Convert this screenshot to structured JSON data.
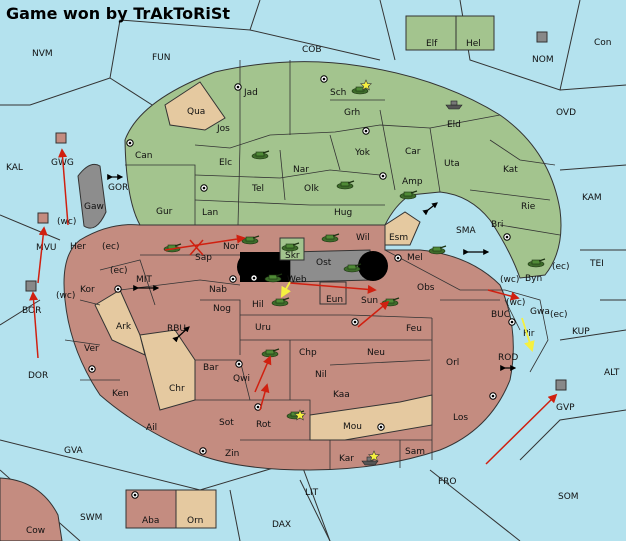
{
  "title": "Game won by TrAkToRiSt",
  "colors": {
    "sea": "#b4e2ee",
    "green_power": "#a3c48e",
    "red_power": "#c48c80",
    "neutral": "#e5c9a0",
    "impassable": "#8d8d8d",
    "arrow_red": "#d02010",
    "arrow_yellow": "#f5f040"
  },
  "sea_labels": {
    "NVM": "NVM",
    "FUN": "FUN",
    "COB": "COB",
    "NOM": "NOM",
    "Con": "Con",
    "OVD": "OVD",
    "KAL": "KAL",
    "GWG": "GWG",
    "GOR": "GOR",
    "KAM": "KAM",
    "SMA": "SMA",
    "TEI": "TEI",
    "MVU": "MVU",
    "BOR": "BOR",
    "MIT": "MIT",
    "RBU": "RBU",
    "BUC": "BUC",
    "KUP": "KUP",
    "DOR": "DOR",
    "ROD": "ROD",
    "ALT": "ALT",
    "GVP": "GVP",
    "GVA": "GVA",
    "FRO": "FRO",
    "LIT": "LIT",
    "SOM": "SOM",
    "SWM": "SWM",
    "DAX": "DAX",
    "Cow": "Cow"
  },
  "land_labels": {
    "Elf": "Elf",
    "Hel": "Hel",
    "Jad": "Jad",
    "Sch": "Sch",
    "Qua": "Qua",
    "Grh": "Grh",
    "Eld": "Eld",
    "Jos": "Jos",
    "Can": "Can",
    "Yok": "Yok",
    "Car": "Car",
    "Uta": "Uta",
    "Elc": "Elc",
    "Nar": "Nar",
    "Kat": "Kat",
    "Tel": "Tel",
    "Olk": "Olk",
    "Amp": "Amp",
    "Gaw": "Gaw",
    "Gur": "Gur",
    "Lan": "Lan",
    "Hug": "Hug",
    "Rie": "Rie",
    "Bri": "Bri",
    "Esm": "Esm",
    "Skr": "Skr",
    "Wil": "Wil",
    "Her": "Her",
    "Nor": "Nor",
    "Sap": "Sap",
    "Ost": "Ost",
    "Mel": "Mel",
    "Byn": "Byn",
    "Web": "Web",
    "Kor": "Kor",
    "Nab": "Nab",
    "Obs": "Obs",
    "Eun": "Eun",
    "Hil": "Hil",
    "Sun": "Sun",
    "Gwa": "Gwa",
    "Ark": "Ark",
    "Nog": "Nog",
    "Uru": "Uru",
    "Feu": "Feu",
    "Pir": "Pir",
    "Ver": "Ver",
    "Chp": "Chp",
    "Neu": "Neu",
    "Bar": "Bar",
    "Orl": "Orl",
    "Qwi": "Qwi",
    "Nil": "Nil",
    "Chr": "Chr",
    "Ken": "Ken",
    "Kaa": "Kaa",
    "Sot": "Sot",
    "Rot": "Rot",
    "Ail": "Ail",
    "Mou": "Mou",
    "Los": "Los",
    "Zin": "Zin",
    "Kar": "Kar",
    "Sam": "Sam",
    "Aba": "Aba",
    "Orn": "Orn"
  },
  "coast_marks": {
    "wc_mvu": "(wc)",
    "ec_her": "(ec)",
    "ec_kor": "(ec)",
    "wc_kor": "(wc)",
    "wc_byn": "(wc)",
    "ec_byn": "(ec)",
    "wc_gwa": "(wc)",
    "ec_gwa": "(ec)"
  }
}
